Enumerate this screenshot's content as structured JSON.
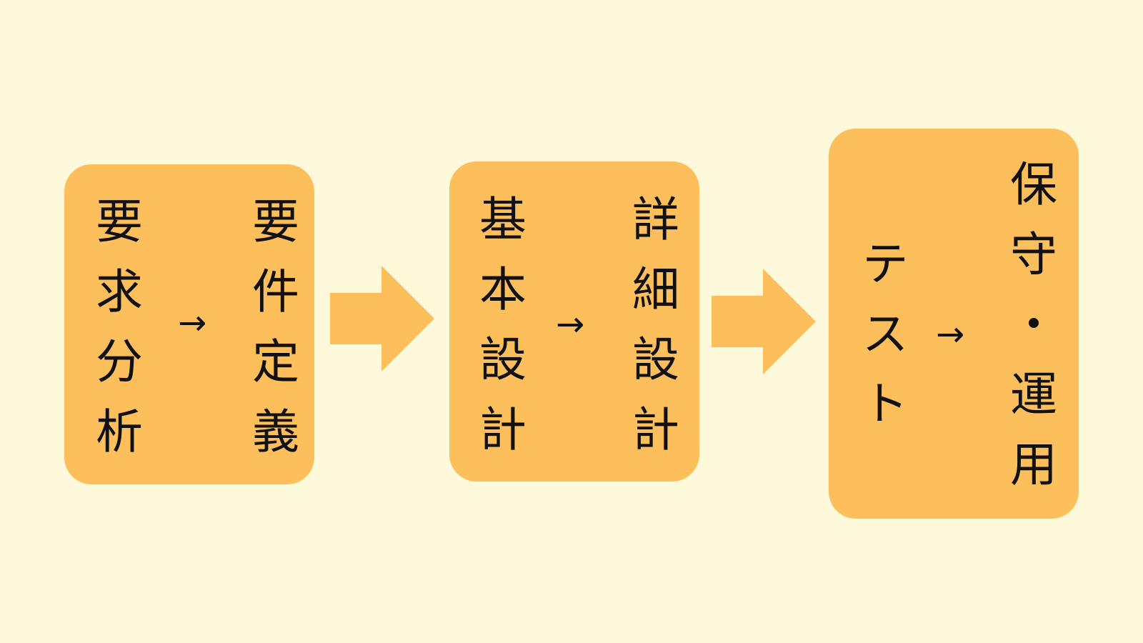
{
  "colors": {
    "background": "#fef9da",
    "box_fill": "#fdbe5c",
    "arrow_fill": "#fdbe5c",
    "text": "#111111"
  },
  "stages": [
    {
      "left": "要求分析",
      "arrow": "→",
      "right": "要件定義"
    },
    {
      "left": "基本設計",
      "arrow": "→",
      "right": "詳細設計"
    },
    {
      "left": "テスト",
      "arrow": "→",
      "right": "保守・運用"
    }
  ],
  "connector_icon": "right-block-arrow-icon"
}
